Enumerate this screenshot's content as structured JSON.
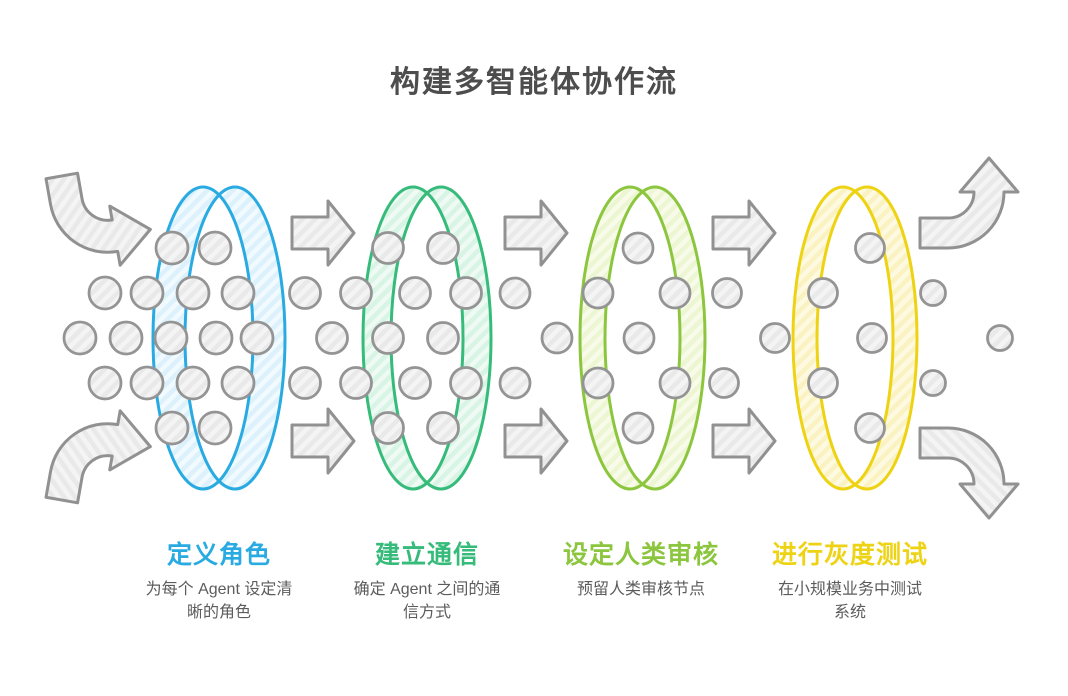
{
  "page": {
    "title": "构建多智能体协作流"
  },
  "palette": {
    "title_text": "#4d4d4d",
    "desc_text": "#5c5c5c",
    "outline_gray": "#919191"
  },
  "steps": [
    {
      "label": "定义角色",
      "desc": "为每个 Agent 设定清\n晰的角色",
      "color": "#29abe2"
    },
    {
      "label": "建立通信",
      "desc": "确定 Agent 之间的通\n信方式",
      "color": "#36bb7b"
    },
    {
      "label": "设定人类审核",
      "desc": "预留人类审核节点",
      "color": "#8cc63f"
    },
    {
      "label": "进行灰度测试",
      "desc": "在小规模业务中测试\n系统",
      "color": "#edd313"
    }
  ]
}
